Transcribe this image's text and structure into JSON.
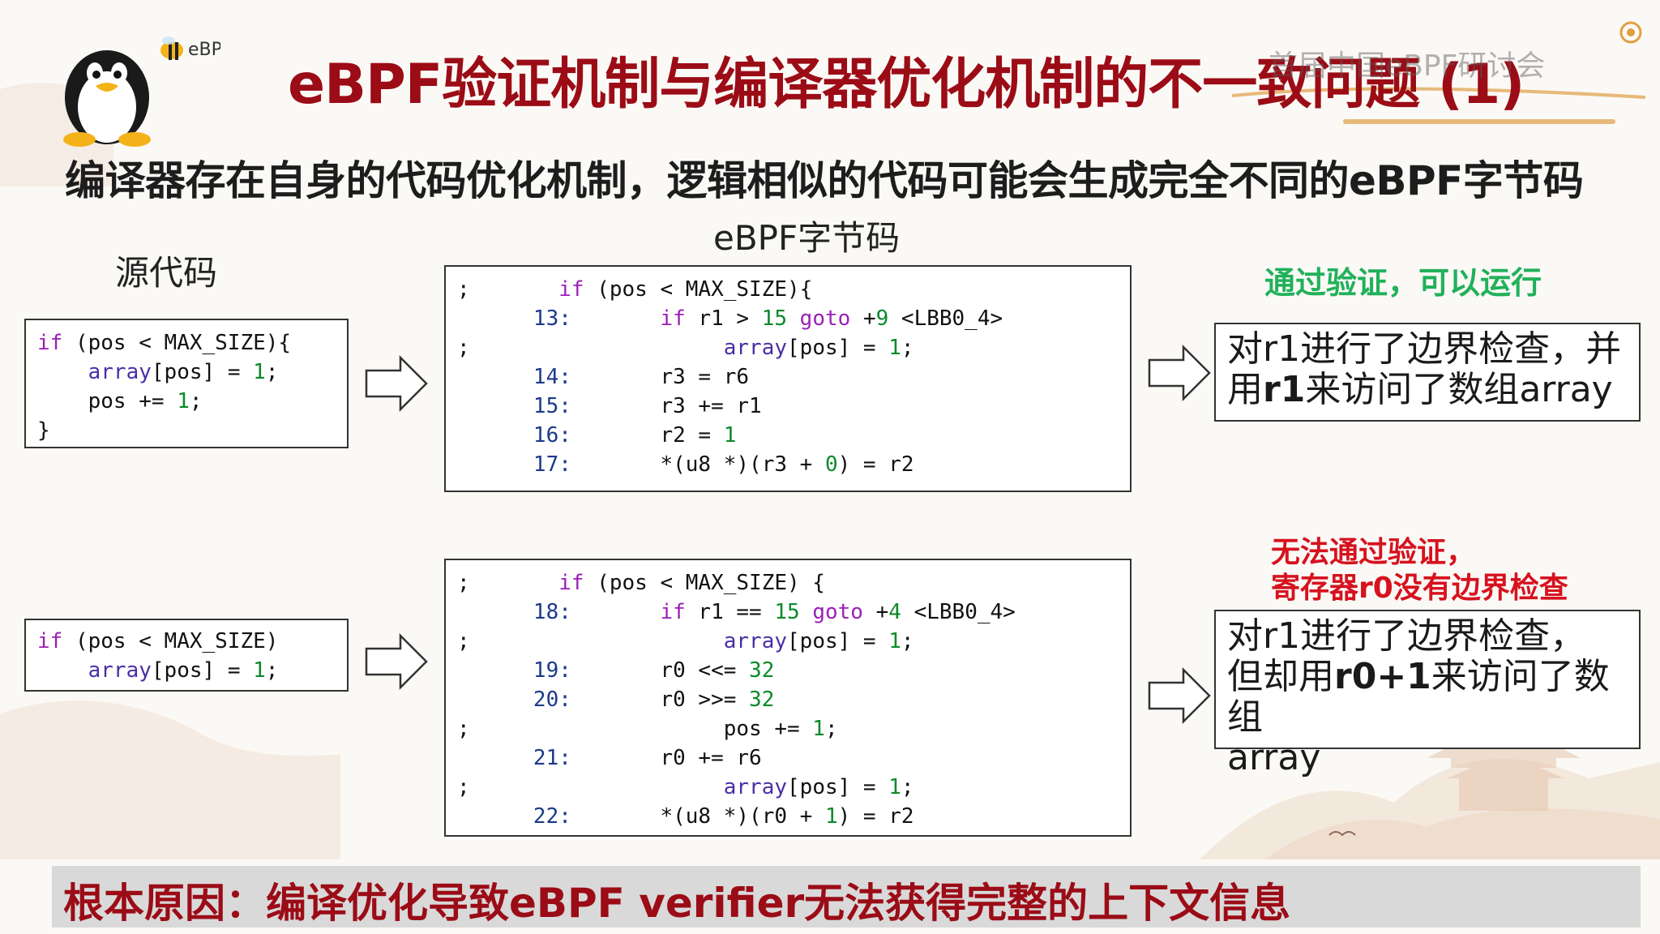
{
  "header": {
    "logo_text": "eBPF",
    "title": "eBPF验证机制与编译器优化机制的不一致问题 (1)",
    "event_name": "首届中国eBPF研讨会"
  },
  "subtitle": "编译器存在自身的代码优化机制，逻辑相似的代码可能会生成完全不同的eBPF字节码",
  "labels": {
    "source": "源代码",
    "bytecode": "eBPF字节码"
  },
  "case1": {
    "status": "通过验证，可以运行",
    "note_line1": "对r1进行了边界检查，并",
    "note_line2_pre": "用",
    "note_line2_bold": "r1",
    "note_line2_post": "来访问了数组array"
  },
  "case2": {
    "status_line1": "无法通过验证，",
    "status_line2": "寄存器r0没有边界检查",
    "note_line1": "对r1进行了边界检查，",
    "note_line2_pre": "但却用",
    "note_line2_bold": "r0+1",
    "note_line2_post": "来访问了数组",
    "note_line3": "array"
  },
  "footer": {
    "conclusion": "根本原因：编译优化导致eBPF verifier无法获得完整的上下文信息"
  },
  "colors": {
    "title_red": "#9b0c16",
    "ok_green": "#21b15a",
    "error_red": "#d6121e",
    "keyword_purple": "#9b1fb8",
    "number_green": "#0a8a2a"
  }
}
